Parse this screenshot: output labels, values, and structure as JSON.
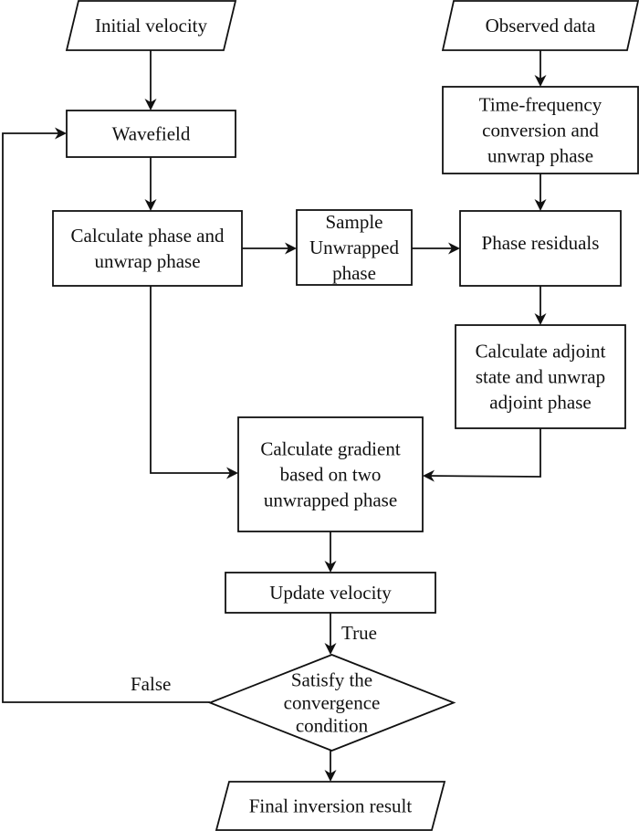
{
  "diagram": {
    "type": "flowchart",
    "nodes": {
      "initial_velocity": {
        "shape": "parallelogram",
        "lines": [
          "Initial velocity"
        ]
      },
      "observed_data": {
        "shape": "parallelogram",
        "lines": [
          "Observed data"
        ]
      },
      "wavefield": {
        "shape": "rectangle",
        "lines": [
          "Wavefield"
        ]
      },
      "time_frequency": {
        "shape": "rectangle",
        "lines": [
          "Time-frequency",
          "conversion and",
          "unwrap phase"
        ]
      },
      "calc_phase": {
        "shape": "rectangle",
        "lines": [
          "Calculate phase and",
          "unwrap phase"
        ]
      },
      "sample_unwrapped": {
        "shape": "rectangle",
        "lines": [
          "Sample",
          "Unwrapped",
          "phase"
        ]
      },
      "phase_residuals": {
        "shape": "rectangle",
        "lines": [
          "Phase residuals"
        ]
      },
      "adjoint": {
        "shape": "rectangle",
        "lines": [
          "Calculate adjoint",
          "state and unwrap",
          "adjoint phase"
        ]
      },
      "gradient": {
        "shape": "rectangle",
        "lines": [
          "Calculate gradient",
          "based on two",
          "unwrapped phase"
        ]
      },
      "update_velocity": {
        "shape": "rectangle",
        "lines": [
          "Update velocity"
        ]
      },
      "convergence": {
        "shape": "diamond",
        "lines": [
          "Satisfy the",
          "convergence",
          "condition"
        ]
      },
      "final_result": {
        "shape": "parallelogram",
        "lines": [
          "Final inversion result"
        ]
      }
    },
    "edges": [
      {
        "from": "initial_velocity",
        "to": "wavefield",
        "label": ""
      },
      {
        "from": "wavefield",
        "to": "calc_phase",
        "label": ""
      },
      {
        "from": "calc_phase",
        "to": "sample_unwrapped",
        "label": ""
      },
      {
        "from": "sample_unwrapped",
        "to": "phase_residuals",
        "label": ""
      },
      {
        "from": "observed_data",
        "to": "time_frequency",
        "label": ""
      },
      {
        "from": "time_frequency",
        "to": "phase_residuals",
        "label": ""
      },
      {
        "from": "phase_residuals",
        "to": "adjoint",
        "label": ""
      },
      {
        "from": "calc_phase",
        "to": "gradient",
        "label": ""
      },
      {
        "from": "adjoint",
        "to": "gradient",
        "label": ""
      },
      {
        "from": "gradient",
        "to": "update_velocity",
        "label": ""
      },
      {
        "from": "update_velocity",
        "to": "convergence",
        "label": "True"
      },
      {
        "from": "convergence",
        "to": "wavefield",
        "label": "False"
      },
      {
        "from": "convergence",
        "to": "final_result",
        "label": ""
      }
    ],
    "edge_labels": {
      "true": "True",
      "false": "False"
    }
  }
}
